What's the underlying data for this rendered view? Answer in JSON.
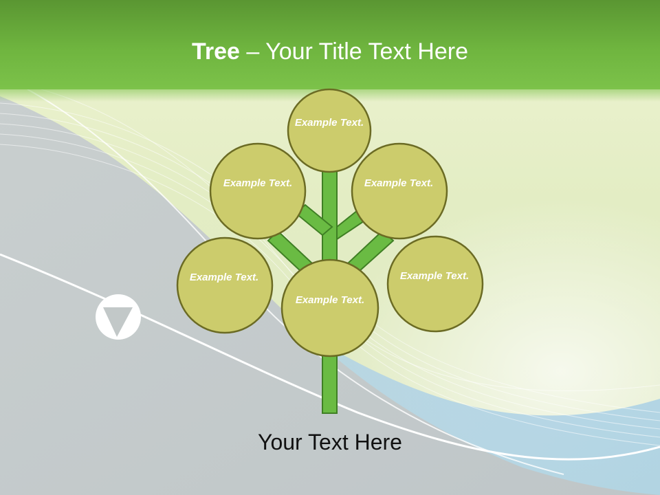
{
  "slide": {
    "title_bold": "Tree",
    "title_rest": " – Your Title Text Here",
    "bottom_text": "Your Text Here"
  },
  "nodes": [
    {
      "id": "top",
      "text": "Example Text."
    },
    {
      "id": "upper-left",
      "text": "Example Text."
    },
    {
      "id": "upper-right",
      "text": "Example Text."
    },
    {
      "id": "lower-left",
      "text": "Example Text."
    },
    {
      "id": "center",
      "text": "Example Text."
    },
    {
      "id": "lower-right",
      "text": "Example Text."
    }
  ],
  "colors": {
    "title_band": "#6fb53f",
    "node_fill": "#cccc6c",
    "node_stroke": "#6b6b24",
    "trunk_fill": "#6abb43",
    "trunk_stroke": "#3f7f24",
    "node_text": "#ffffff"
  }
}
